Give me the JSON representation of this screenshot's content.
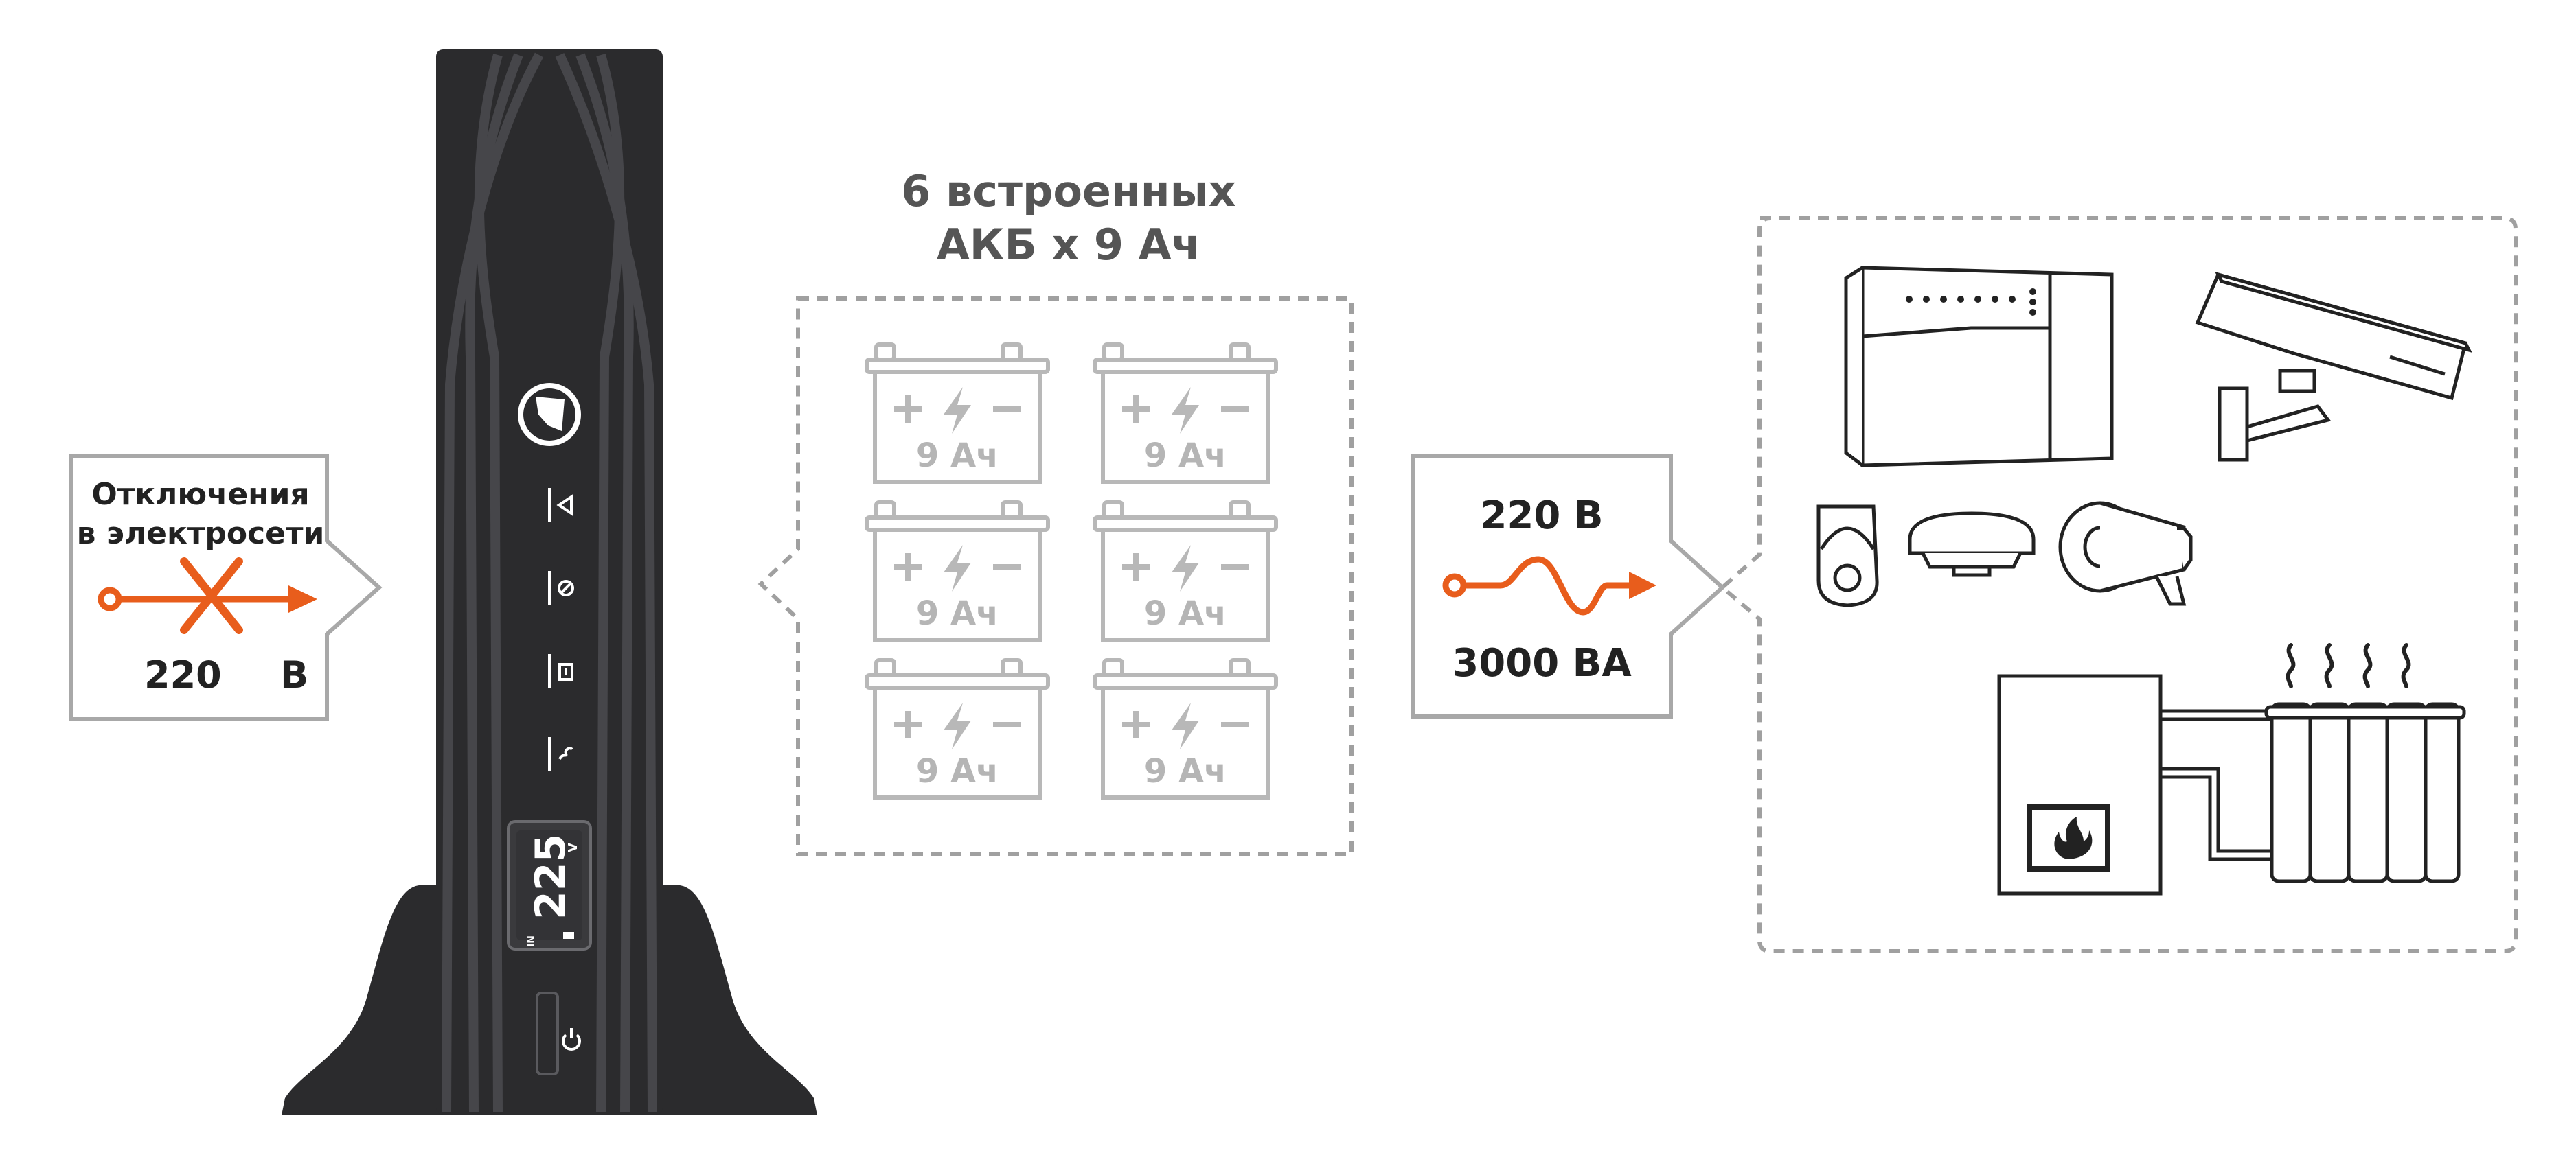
{
  "colors": {
    "accent": "#e85d1c",
    "ups_body": "#2b2b2d",
    "ups_stripe": "#4a4a4d",
    "battery": "#b8b8b8",
    "callout_border": "#a8a8a8",
    "dashed_border": "#a0a0a0",
    "device_stroke": "#222222"
  },
  "left_callout": {
    "line1": "Отключения",
    "line2": "в электросети",
    "voltage": "220",
    "unit": "В",
    "icon": "power-cut-x-arrow-icon"
  },
  "ups": {
    "brand_icon": "brand-logo-icon",
    "indicators": [
      "warning-icon",
      "battery-mode-icon",
      "battery-icon",
      "ac-wave-icon"
    ],
    "display_value": "225",
    "display_unit": "V",
    "display_label": "IN",
    "power_icon": "power-icon"
  },
  "batteries": {
    "title_line1": "6 встроенных",
    "title_line2": "АКБ х 9 Ач",
    "capacity_label": "9 Ач",
    "count": 6
  },
  "right_callout": {
    "voltage": "220 В",
    "power": "3000 ВА",
    "icon": "sine-wave-arrow-icon"
  },
  "devices": [
    "alarm-control-panel-icon",
    "cctv-camera-icon",
    "motion-sensor-icon",
    "smoke-detector-icon",
    "siren-speaker-icon",
    "gas-boiler-icon",
    "radiator-icon"
  ]
}
